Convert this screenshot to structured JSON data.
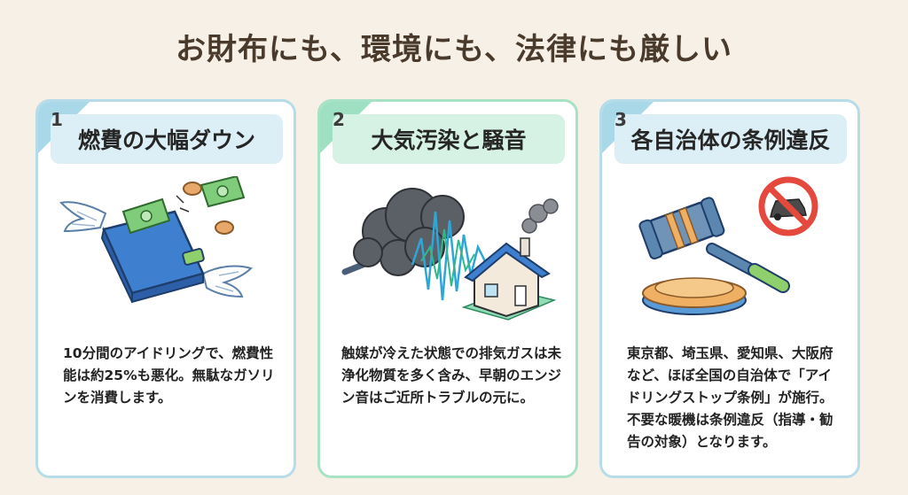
{
  "title": "お財布にも、環境にも、法律にも厳しい",
  "cards": [
    {
      "number": "1",
      "heading": "燃費の大幅ダウン",
      "description": "10分間のアイドリングで、燃費性能は約25%も悪化。無駄なガソリンを消費します。",
      "illustration": "flying-wallet-money-icon"
    },
    {
      "number": "2",
      "heading": "大気汚染と騒音",
      "description": "触媒が冷えた状態での排気ガスは未浄化物質を多く含み、早朝のエンジン音はご近所トラブルの元に。",
      "illustration": "exhaust-smoke-noise-house-icon"
    },
    {
      "number": "3",
      "heading": "各自治体の条例違反",
      "description": "東京都、埼玉県、愛知県、大阪府など、ほぼ全国の自治体で「アイドリングストップ条例」が施行。不要な暖機は条例違反（指導・勧告の対象）となります。",
      "illustration": "gavel-no-car-icon"
    }
  ],
  "colors": {
    "background": "#f6f0e6",
    "title": "#4a3a2c",
    "blue_accent": "#b7dce9",
    "green_accent": "#a8e2c5"
  }
}
